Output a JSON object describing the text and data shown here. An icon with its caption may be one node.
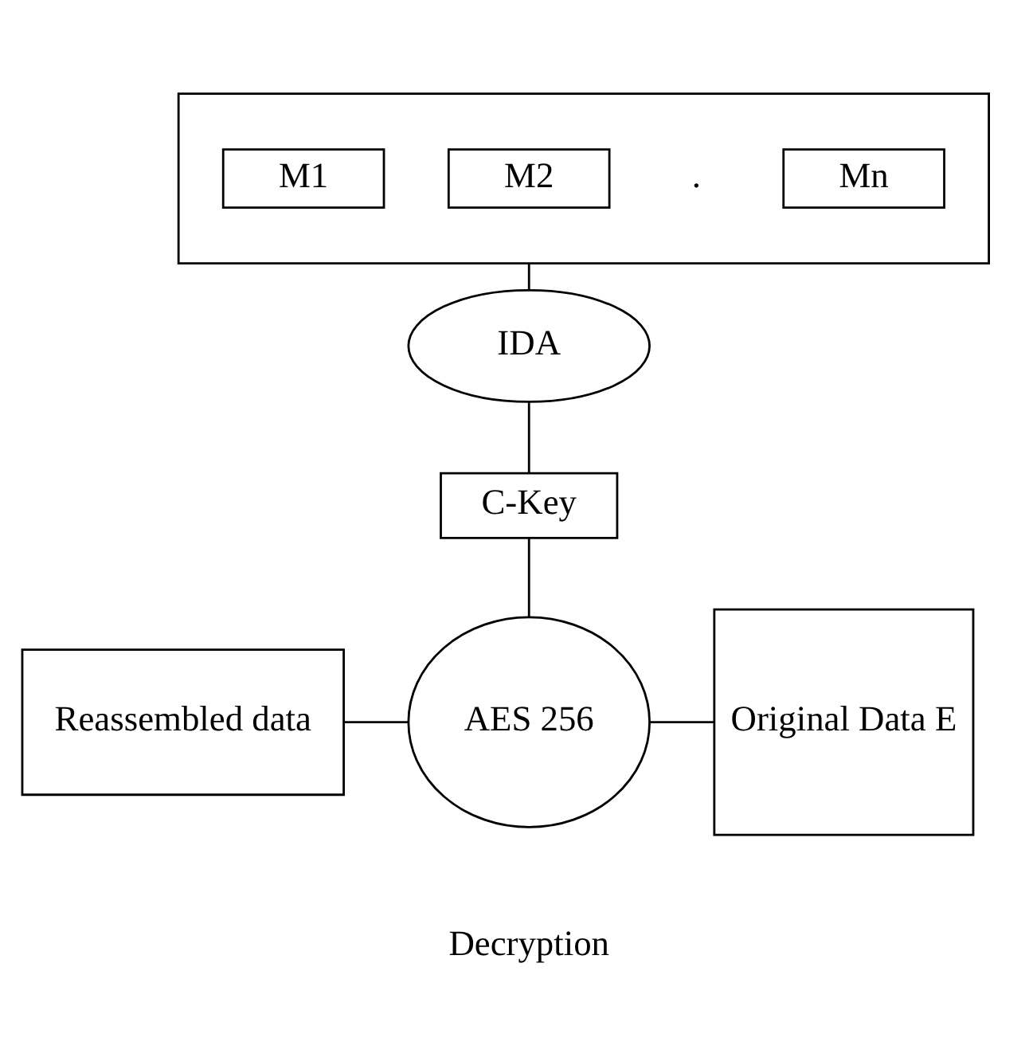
{
  "diagram": {
    "nodes": [
      {
        "text": [],
        "shape": "box"
      },
      {
        "text": [
          "M1"
        ],
        "in": 0
      },
      {
        "text": [
          "M2"
        ],
        "in": 0
      },
      {
        "text": [
          "Mn"
        ],
        "in": 0
      },
      {
        "text": [
          "IDA"
        ]
      },
      {
        "text": [
          "C-Key"
        ]
      },
      {
        "text": [
          "AES 256"
        ],
        "beside": [
          "Decryption"
        ]
      },
      {
        "text": [
          "Reassembled data"
        ]
      },
      {
        "text": [
          "Original Data E"
        ]
      }
    ],
    "edges": [
      {
        "from": 0,
        "to": 4,
        "arrow": "none"
      },
      {
        "from": 4,
        "to": 5,
        "arrow": "none"
      },
      {
        "from": 5,
        "to": 6,
        "arrow": "none"
      },
      {
        "from": 7,
        "to": 6,
        "arrow": "none"
      },
      {
        "from": 6,
        "to": 8,
        "arrow": "none"
      }
    ],
    "labels": [
      "."
    ]
  }
}
